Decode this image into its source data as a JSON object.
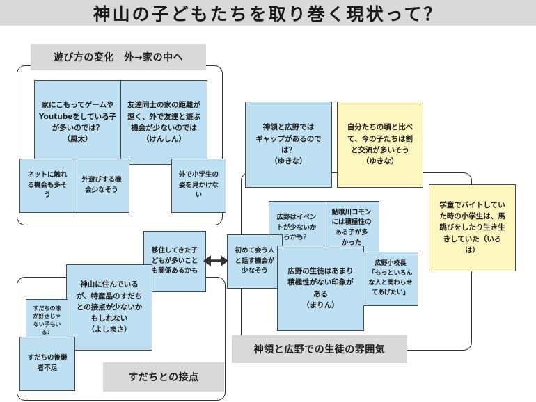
{
  "title": "神山の子どもたちを取り巻く現状って？",
  "groups": {
    "play": {
      "label": "遊び方の変化　外→家の中へ"
    },
    "sudachi": {
      "label": "すだちとの接点"
    },
    "atmosphere": {
      "label": "神領と広野での生徒の雰囲気"
    }
  },
  "notes": {
    "n1": "家にこもってゲームや\nYoutubeをしている子\nが多いのでは？\n（風太）",
    "n2": "友達同士の家の距離が\n遠く、外で友達と遊ぶ\n機会が少ないのでは\n（けんしん）",
    "n3": "ネットに触れ\nる機会も多そ\nう",
    "n4": "外遊びする機\n会少なそう",
    "n5": "外で小学生の\n姿を見かけな\nい",
    "n6": "神領と広野では\nギャップがあるので\nは？\n（ゆきな）",
    "n7": "自分たちの頃と比べ\nて、今の子たちは割\nと交流が多いそう\n（ゆきな）",
    "n8": "学童でバイトしてい\nた時の小学生は、馬\n跳びをしたり生き生\nきしていた（いろ\nは）",
    "n9": "広野はイベン\nトが少ないか\nらかも？",
    "n10": "鮎喰川コモン\nには積極性の\nある子が多\nかった",
    "n11": "初めて会う人\nと話す機会が\n少なそう",
    "n12": "移住してきた子\nどもが多いこと\nも関係あるかも",
    "n13": "広野の生徒はあまり\n積極性がない印象が\nある\n（まりん）",
    "n14": "広野小校長\n「もっといろん\nな人と関わらせ\nてあげたい」",
    "n15": "神山に住んでいる\nが、特産品のすだち\nとの接点が少ないか\nもしれない\n（よしまさ）",
    "n16": "すだちの味\nが好きじゃ\nない子もい\nる？",
    "n17": "すだちの後継\n者不足"
  },
  "colors": {
    "blue": "#bfdff2",
    "yellow": "#fdf6bf",
    "label_bg": "#d9d9d9"
  }
}
